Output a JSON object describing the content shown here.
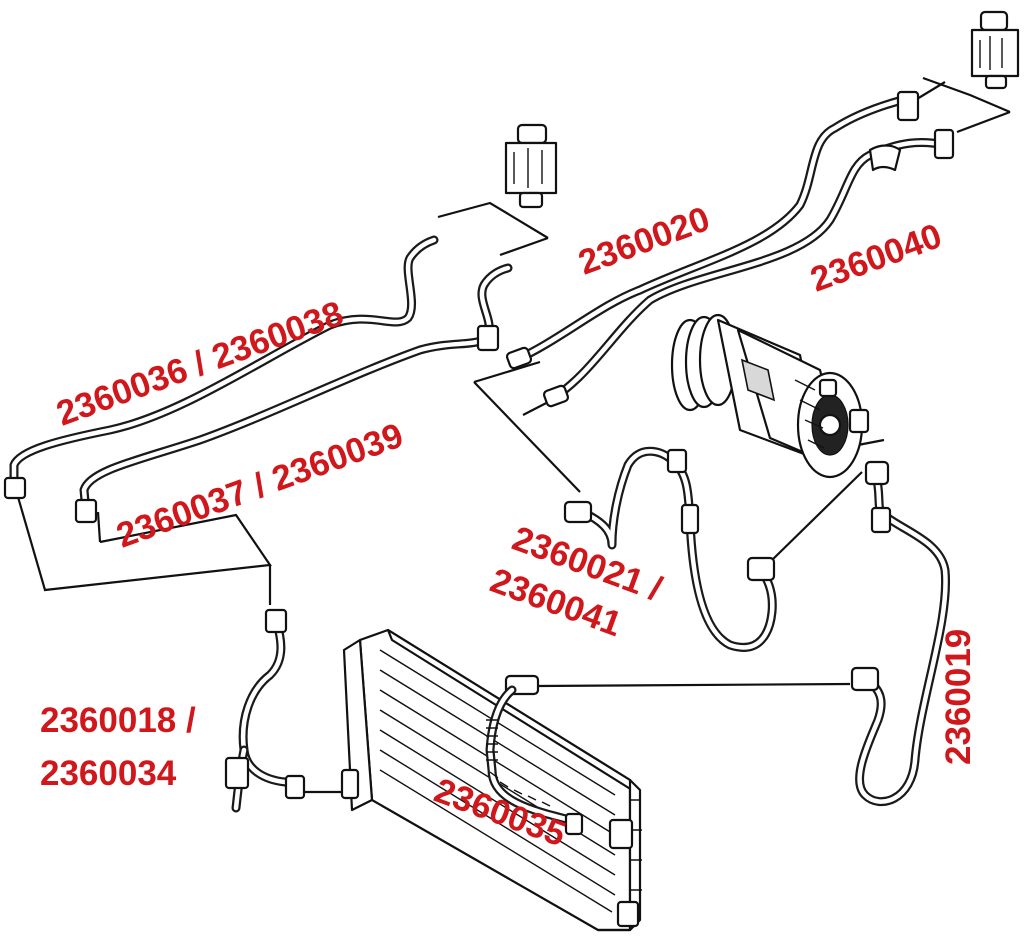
{
  "theme": {
    "label_color": "#d0181c",
    "line_color": "#111111",
    "background": "#ffffff"
  },
  "labels": {
    "p2360036": "2360036 / 2360038",
    "p2360037": "2360037 / 2360039",
    "p2360020": "2360020",
    "p2360040": "2360040",
    "p2360021_a": "2360021 /",
    "p2360021_b": "2360041",
    "p2360019": "2360019",
    "p2360018_a": "2360018 /",
    "p2360018_b": "2360034",
    "p2360035": "2360035"
  },
  "components": [
    "expansion-valve-top-right",
    "expansion-valve-middle",
    "compressor",
    "condenser",
    "receiver-drier"
  ]
}
